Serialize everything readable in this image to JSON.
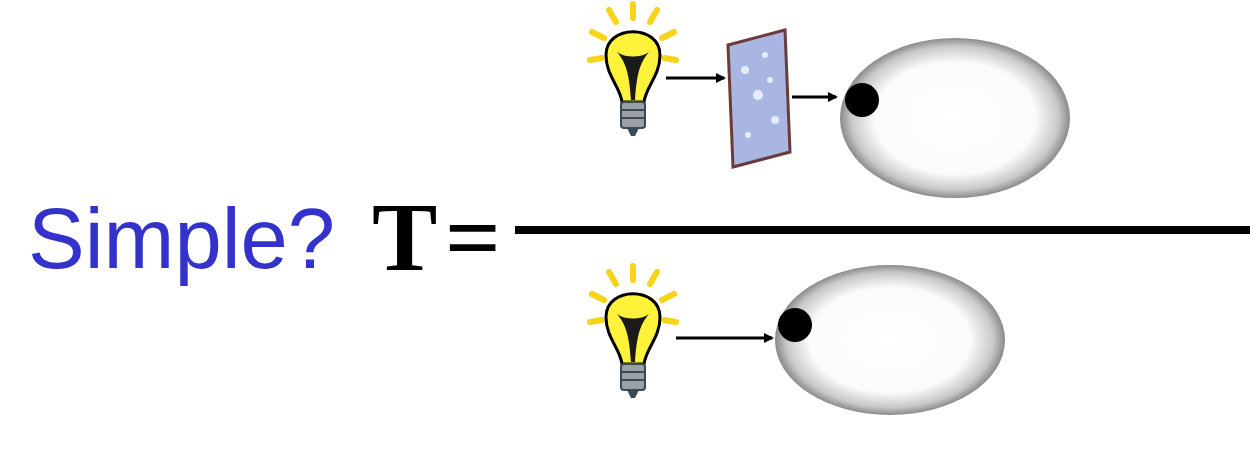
{
  "diagram": {
    "labels": [
      "Simple?",
      "T",
      "="
    ]
  }
}
